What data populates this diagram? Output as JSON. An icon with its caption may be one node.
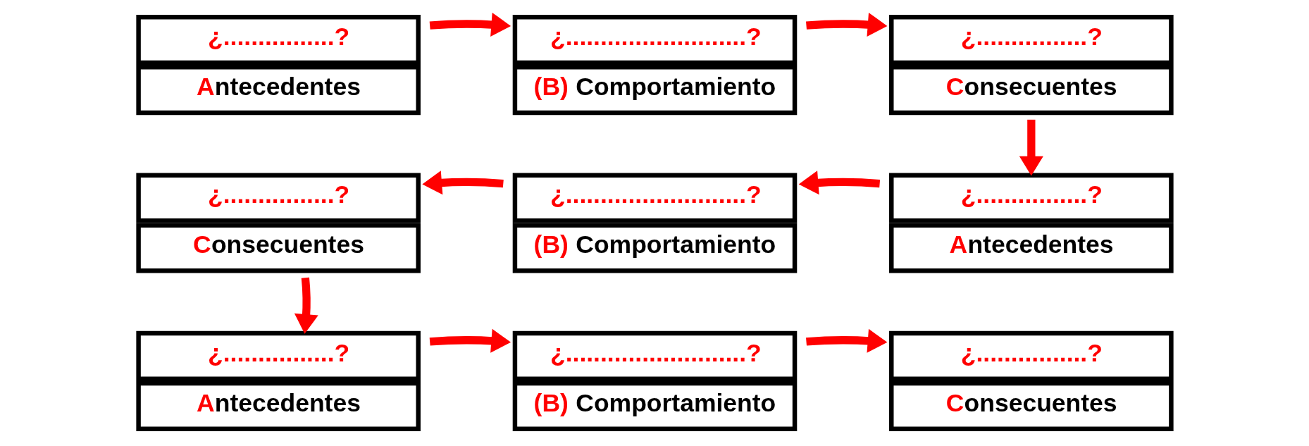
{
  "diagram": {
    "nodes": [
      {
        "text": [
          "¿................?",
          "Antecedentes"
        ]
      },
      {
        "text": [
          "¿..........................?",
          "(B) Comportamiento"
        ]
      },
      {
        "text": [
          "¿................?",
          "Consecuentes"
        ]
      },
      {
        "text": [
          "¿................?",
          "Consecuentes"
        ]
      },
      {
        "text": [
          "¿..........................?",
          "(B) Comportamiento"
        ]
      },
      {
        "text": [
          "¿................?",
          "Antecedentes"
        ]
      },
      {
        "text": [
          "¿................?",
          "Antecedentes"
        ]
      },
      {
        "text": [
          "¿..........................?",
          "(B) Comportamiento"
        ]
      },
      {
        "text": [
          "¿................?",
          "Consecuentes"
        ]
      }
    ],
    "edges": [
      {
        "from": 0,
        "to": 1,
        "arrow": "to"
      },
      {
        "from": 1,
        "to": 2,
        "arrow": "to"
      },
      {
        "from": 2,
        "to": 5,
        "arrow": "to"
      },
      {
        "from": 5,
        "to": 4,
        "arrow": "to"
      },
      {
        "from": 4,
        "to": 3,
        "arrow": "to"
      },
      {
        "from": 3,
        "to": 6,
        "arrow": "to"
      },
      {
        "from": 6,
        "to": 7,
        "arrow": "to"
      },
      {
        "from": 7,
        "to": 8,
        "arrow": "to"
      }
    ]
  }
}
